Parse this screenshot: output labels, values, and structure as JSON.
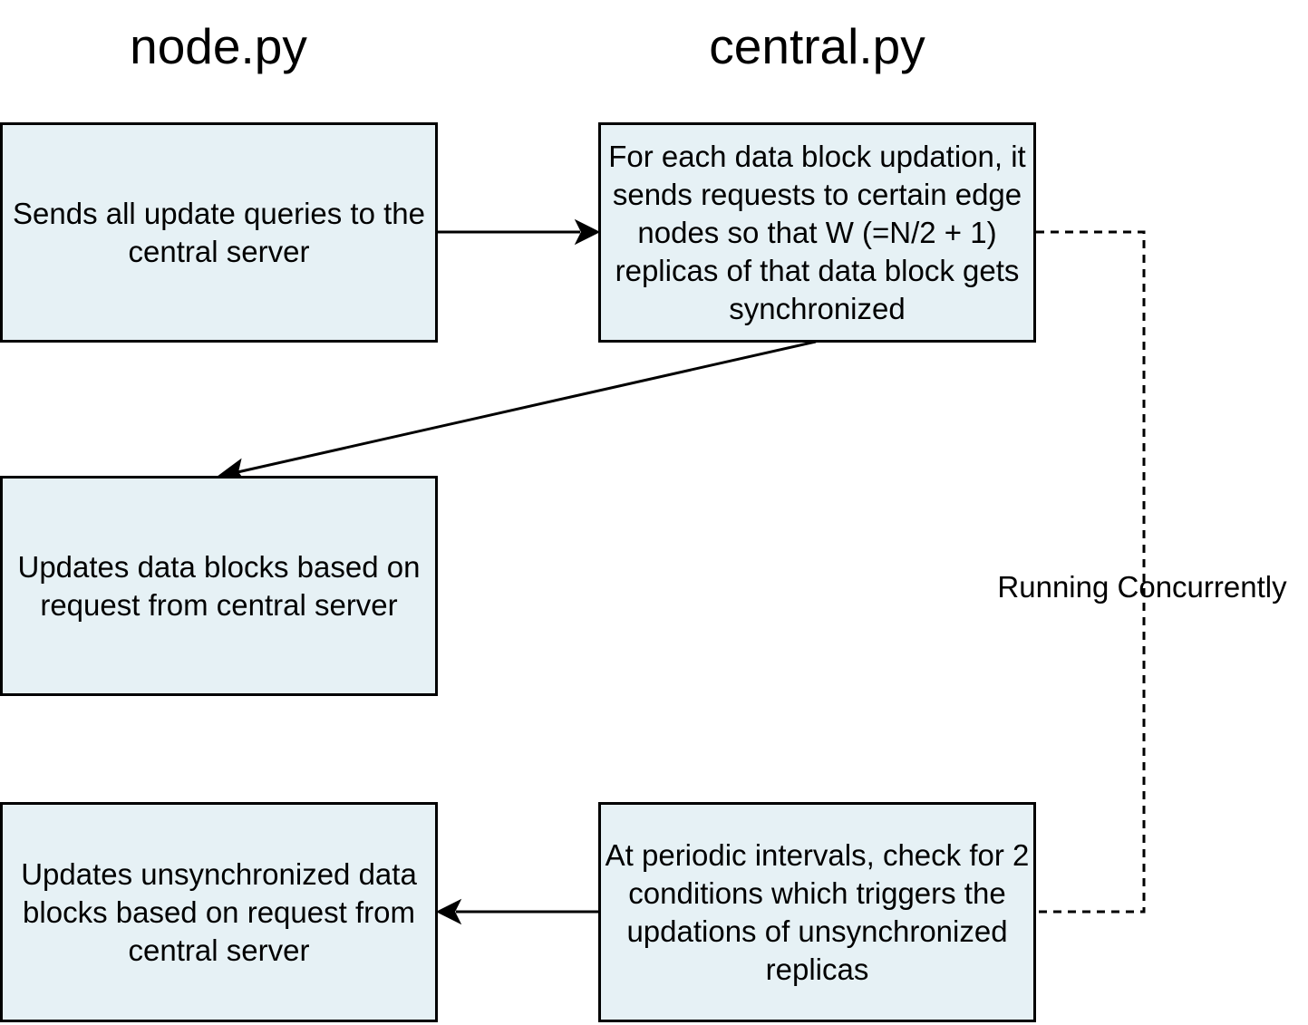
{
  "headings": {
    "node": "node.py",
    "central": "central.py"
  },
  "boxes": {
    "send_queries": "Sends all update queries to the central server",
    "central_sync": "For each data block updation, it sends requests to certain edge nodes so that W (=N/2 + 1) replicas of that data block gets synchronized",
    "update_blocks": "Updates data blocks based on request from central server",
    "update_unsync": "Updates unsynchronized data blocks based on request from central server",
    "periodic_check": "At periodic intervals, check for 2 conditions which triggers the updations of unsynchronized replicas"
  },
  "edge_labels": {
    "concurrent": "Running Concurrently"
  },
  "colors": {
    "box_fill": "#e6f1f5",
    "stroke": "#000000"
  }
}
